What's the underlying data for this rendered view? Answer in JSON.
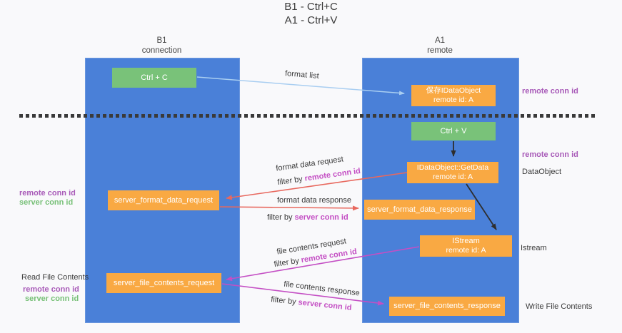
{
  "title": {
    "line1": "B1 - Ctrl+C",
    "line2": "A1 - Ctrl+V"
  },
  "columns": {
    "left": {
      "name": "B1",
      "role": "connection"
    },
    "right": {
      "name": "A1",
      "role": "remote"
    }
  },
  "boxes": {
    "ctrl_c": {
      "label": "Ctrl + C"
    },
    "saved_dataobject": {
      "line1": "保存IDataObject",
      "line2": "remote id: A"
    },
    "ctrl_v": {
      "label": "Ctrl + V"
    },
    "getdata": {
      "line1": "IDataObject::GetData",
      "line2": "remote id: A"
    },
    "format_request": {
      "label": "server_format_data_request"
    },
    "format_response": {
      "label": "server_format_data_response"
    },
    "istream": {
      "line1": "IStream",
      "line2": "remote id: A"
    },
    "file_request": {
      "label": "server_file_contents_request"
    },
    "file_response": {
      "label": "server_file_contents_response"
    }
  },
  "flow_labels": {
    "format_list": "format list",
    "format_data_request": "format data request",
    "format_data_response": "format data response",
    "file_contents_request": "file contents request",
    "file_contents_response": "file contents response",
    "filter_by": "filter by ",
    "remote_conn_id": "remote conn id",
    "server_conn_id": "server conn id"
  },
  "side_labels": {
    "right_remote_conn_1": "remote conn id",
    "right_remote_conn_2": "remote conn id",
    "dataobject": "DataObject",
    "istream": "Istream",
    "write_file_contents": "Write File Contents",
    "read_file_contents": "Read File Contents",
    "left_remote_conn_1": "remote conn id",
    "left_server_conn_1": "server conn id",
    "left_remote_conn_2": "remote conn id",
    "left_server_conn_2": "server conn id"
  },
  "colors": {
    "column_blue": "#4a80d8",
    "box_green": "#79c279",
    "box_orange": "#f9a943",
    "arrow_red": "#e8685e",
    "arrow_magenta": "#c44fc4",
    "arrow_lightblue": "#a9cef1",
    "arrow_black": "#2e2e2e",
    "label_purple": "#a85ab8",
    "label_green": "#77c077",
    "background": "#f9f9fb"
  }
}
